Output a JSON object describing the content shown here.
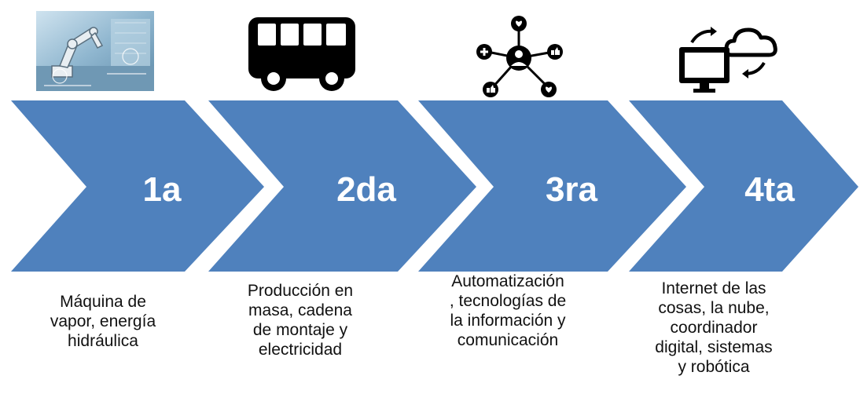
{
  "stages": [
    {
      "label": "1a",
      "description": "Máquina de\nvapor, energía\nhidráulica",
      "icon": "industrial-robot-photo-icon"
    },
    {
      "label": "2da",
      "description": "Producción en\nmasa, cadena\nde montaje y\nelectricidad",
      "icon": "bus-icon"
    },
    {
      "label": "3ra",
      "description": "Automatización\n, tecnologías de\nla información y\ncomunicación",
      "icon": "social-network-icon"
    },
    {
      "label": "4ta",
      "description": "Internet de las\ncosas, la nube,\ncoordinador\ndigital, sistemas\ny robótica",
      "icon": "cloud-computer-sync-icon"
    }
  ],
  "colors": {
    "chevron": "#4f81bd",
    "chevron_label": "#ffffff",
    "icon": "#000000",
    "text": "#111111"
  }
}
